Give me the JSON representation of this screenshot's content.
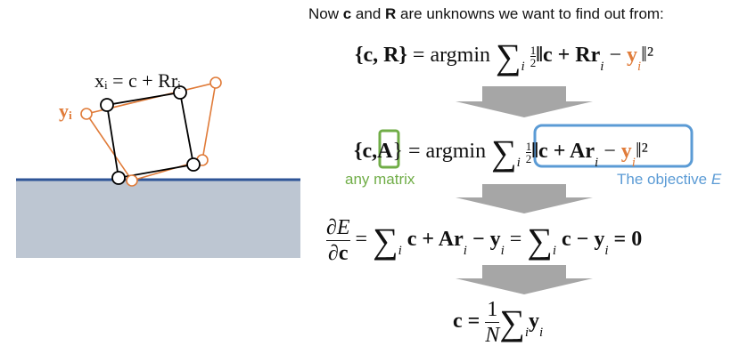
{
  "headline": {
    "prefix": "Now ",
    "c": "c",
    "and": " and ",
    "R": "R",
    "suffix": " are unknowns we want to find out from:"
  },
  "eq1": {
    "lhs": "{c, R}",
    "eq": " = argmin ",
    "sum": "∑",
    "sub": "i",
    "half_num": "1",
    "half_den": "2",
    "body": "‖c + Rr",
    "sub2": "i",
    "minus": " − ",
    "y": "y",
    "ysub": "i",
    "tail": "‖²"
  },
  "eq2": {
    "lbrace": "{c,",
    "A": "A",
    "rbrace": "}",
    "eq": " = argmin ",
    "sum": "∑",
    "sub": "i",
    "half_num": "1",
    "half_den": "2",
    "body": "‖c + Ar",
    "sub2": "i",
    "minus": " − ",
    "y": "y",
    "ysub": "i",
    "tail": "‖²"
  },
  "annotations": {
    "any_matrix": "any matrix",
    "objective": "The objective ",
    "objective_var": "E",
    "colors": {
      "green": "#70ad47",
      "blue": "#5b9bd5",
      "orange": "#e07b39"
    }
  },
  "eq3": {
    "num": "∂E",
    "den": "∂c",
    "eq1": " = ",
    "sum1": "∑",
    "sub1": "i",
    "mid": " c + Ar",
    "midsub": "i",
    "mid2": " − y",
    "mid2sub": "i",
    "eq2": " = ",
    "sum2": "∑",
    "sub2": "i",
    "tail": " c − y",
    "tailsub": "i",
    "result": " = 0"
  },
  "eq4": {
    "lhs": "c = ",
    "num": "1",
    "den": "N",
    "sum": "∑",
    "sub": "i",
    "y": "y",
    "ysub": "i"
  },
  "diagram": {
    "label_x": "xᵢ = c + Rrᵢ",
    "label_y": "yᵢ"
  }
}
